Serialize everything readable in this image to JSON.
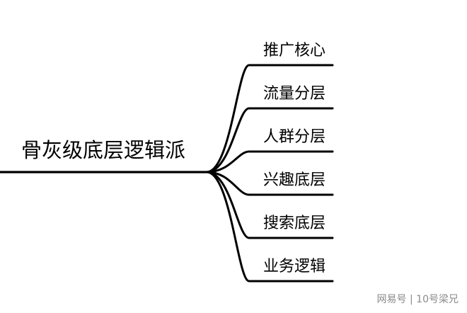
{
  "root": {
    "label": "骨灰级底层逻辑派"
  },
  "branches": [
    {
      "label": "推广核心"
    },
    {
      "label": "流量分层"
    },
    {
      "label": "人群分层"
    },
    {
      "label": "兴趣底层"
    },
    {
      "label": "搜索底层"
    },
    {
      "label": "业务逻辑"
    }
  ],
  "watermark": {
    "source": "网易号",
    "separator": "|",
    "author": "10号梁兄"
  }
}
